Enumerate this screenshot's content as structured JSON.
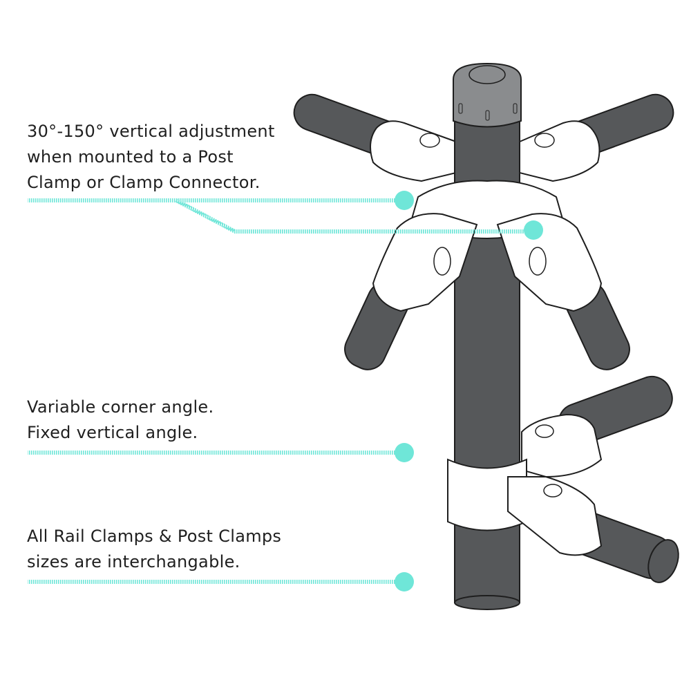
{
  "callouts": [
    {
      "lines": [
        "30°-150° vertical adjustment",
        "when mounted to a Post",
        "Clamp or Clamp Connector."
      ]
    },
    {
      "lines": [
        "Variable corner angle.",
        "Fixed vertical angle."
      ]
    },
    {
      "lines": [
        "All Rail Clamps & Post Clamps",
        "sizes are interchangable."
      ]
    }
  ],
  "colors": {
    "accent": "#6fe6d8",
    "tube": "#56585a",
    "cap": "#8a8c8e",
    "outline": "#1e1e1e"
  }
}
